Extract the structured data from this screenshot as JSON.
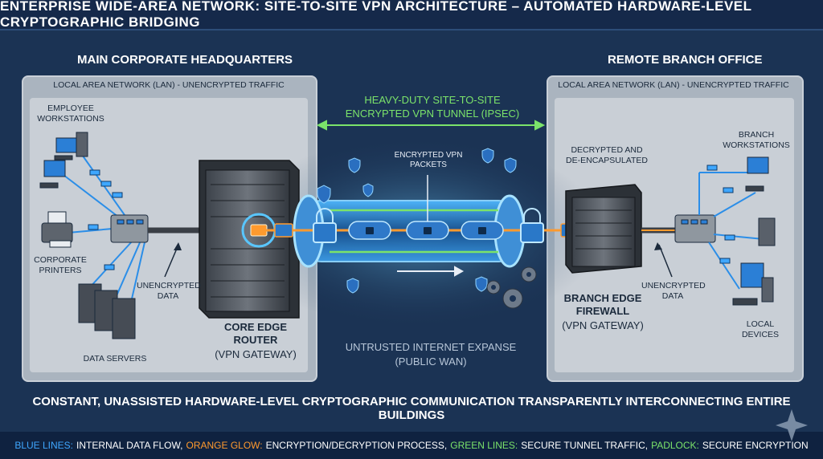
{
  "title": "Enterprise Wide-Area Network: Site-to-Site VPN Architecture – Automated Hardware-Level Cryptographic Bridging",
  "hq": {
    "heading": "Main Corporate Headquarters",
    "lan_label": "Local Area Network (LAN) - Unencrypted Traffic",
    "workstations": "Employee Workstations",
    "printers": "Corporate Printers",
    "servers": "Data Servers",
    "unencrypted": "Unencrypted Data",
    "router": "Core Edge Router",
    "router_sub": "(VPN Gateway)"
  },
  "branch": {
    "heading": "Remote Branch Office",
    "lan_label": "Local Area Network (LAN) - Unencrypted Traffic",
    "workstations": "Branch Workstations",
    "decrypted": "Decrypted and De-Encapsulated",
    "firewall": "Branch Edge Firewall",
    "firewall_sub": "(VPN Gateway)",
    "unencrypted": "Unencrypted Data",
    "local_devices": "Local Devices"
  },
  "tunnel": {
    "label_line1": "Heavy-Duty Site-to-Site",
    "label_line2": "Encrypted VPN Tunnel (IPsec)",
    "packets": "Encrypted VPN Packets"
  },
  "wan": {
    "line1": "Untrusted Internet Expanse",
    "line2": "(Public WAN)"
  },
  "footer": "Constant, Unassisted Hardware-Level Cryptographic Communication Transparently Interconnecting Entire Buildings",
  "legend": {
    "blue_key": "Blue Lines:",
    "blue_desc": "Internal Data Flow,",
    "orange_key": "Orange Glow:",
    "orange_desc": "Encryption/Decryption Process,",
    "green_key": "Green Lines:",
    "green_desc": "Secure Tunnel Traffic,",
    "padlock_key": "Padlock:",
    "padlock_desc": "Secure Encryption"
  },
  "colors": {
    "blue": "#3fa7ff",
    "orange": "#ff9a2e",
    "green": "#7be36a"
  }
}
